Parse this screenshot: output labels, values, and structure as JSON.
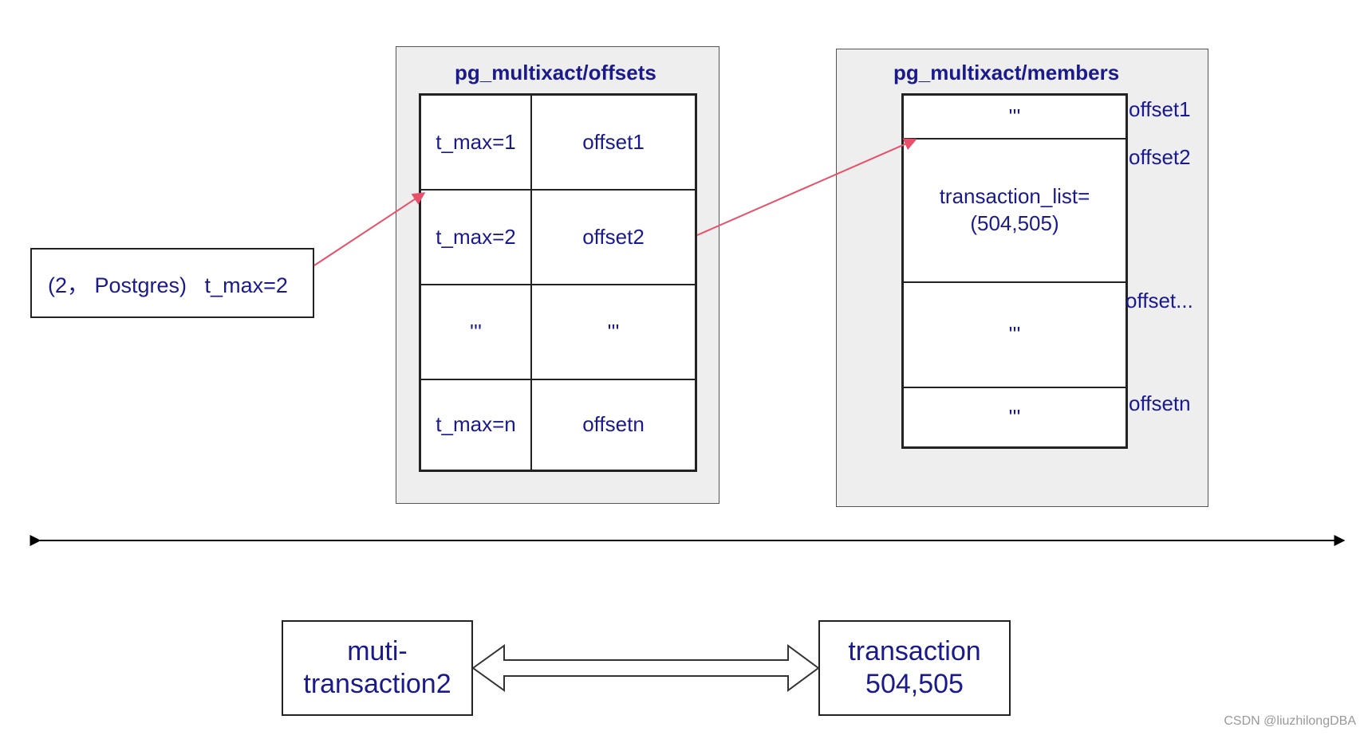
{
  "offsets": {
    "title": "pg_multixact/offsets",
    "rows": [
      {
        "key": "t_max=1",
        "val": "offset1"
      },
      {
        "key": "t_max=2",
        "val": "offset2"
      },
      {
        "key": "'''",
        "val": "'''"
      },
      {
        "key": "t_max=n",
        "val": "offsetn"
      }
    ]
  },
  "members": {
    "title": "pg_multixact/members",
    "cells": [
      "'''",
      "transaction_list=\n(504,505)",
      "'''",
      "'''"
    ],
    "labels": [
      "offset1",
      "offset2",
      "offset...",
      "offsetn"
    ]
  },
  "tuple_box": {
    "text": "(2， Postgres)   t_max=2"
  },
  "bottom": {
    "left": "muti-\ntransaction2",
    "right": "transaction\n504,505"
  },
  "watermark": "CSDN @liuzhilongDBA",
  "colors": {
    "text": "#1a1a8c",
    "pointer": "#e8506a",
    "panel": "#eeeeee"
  }
}
